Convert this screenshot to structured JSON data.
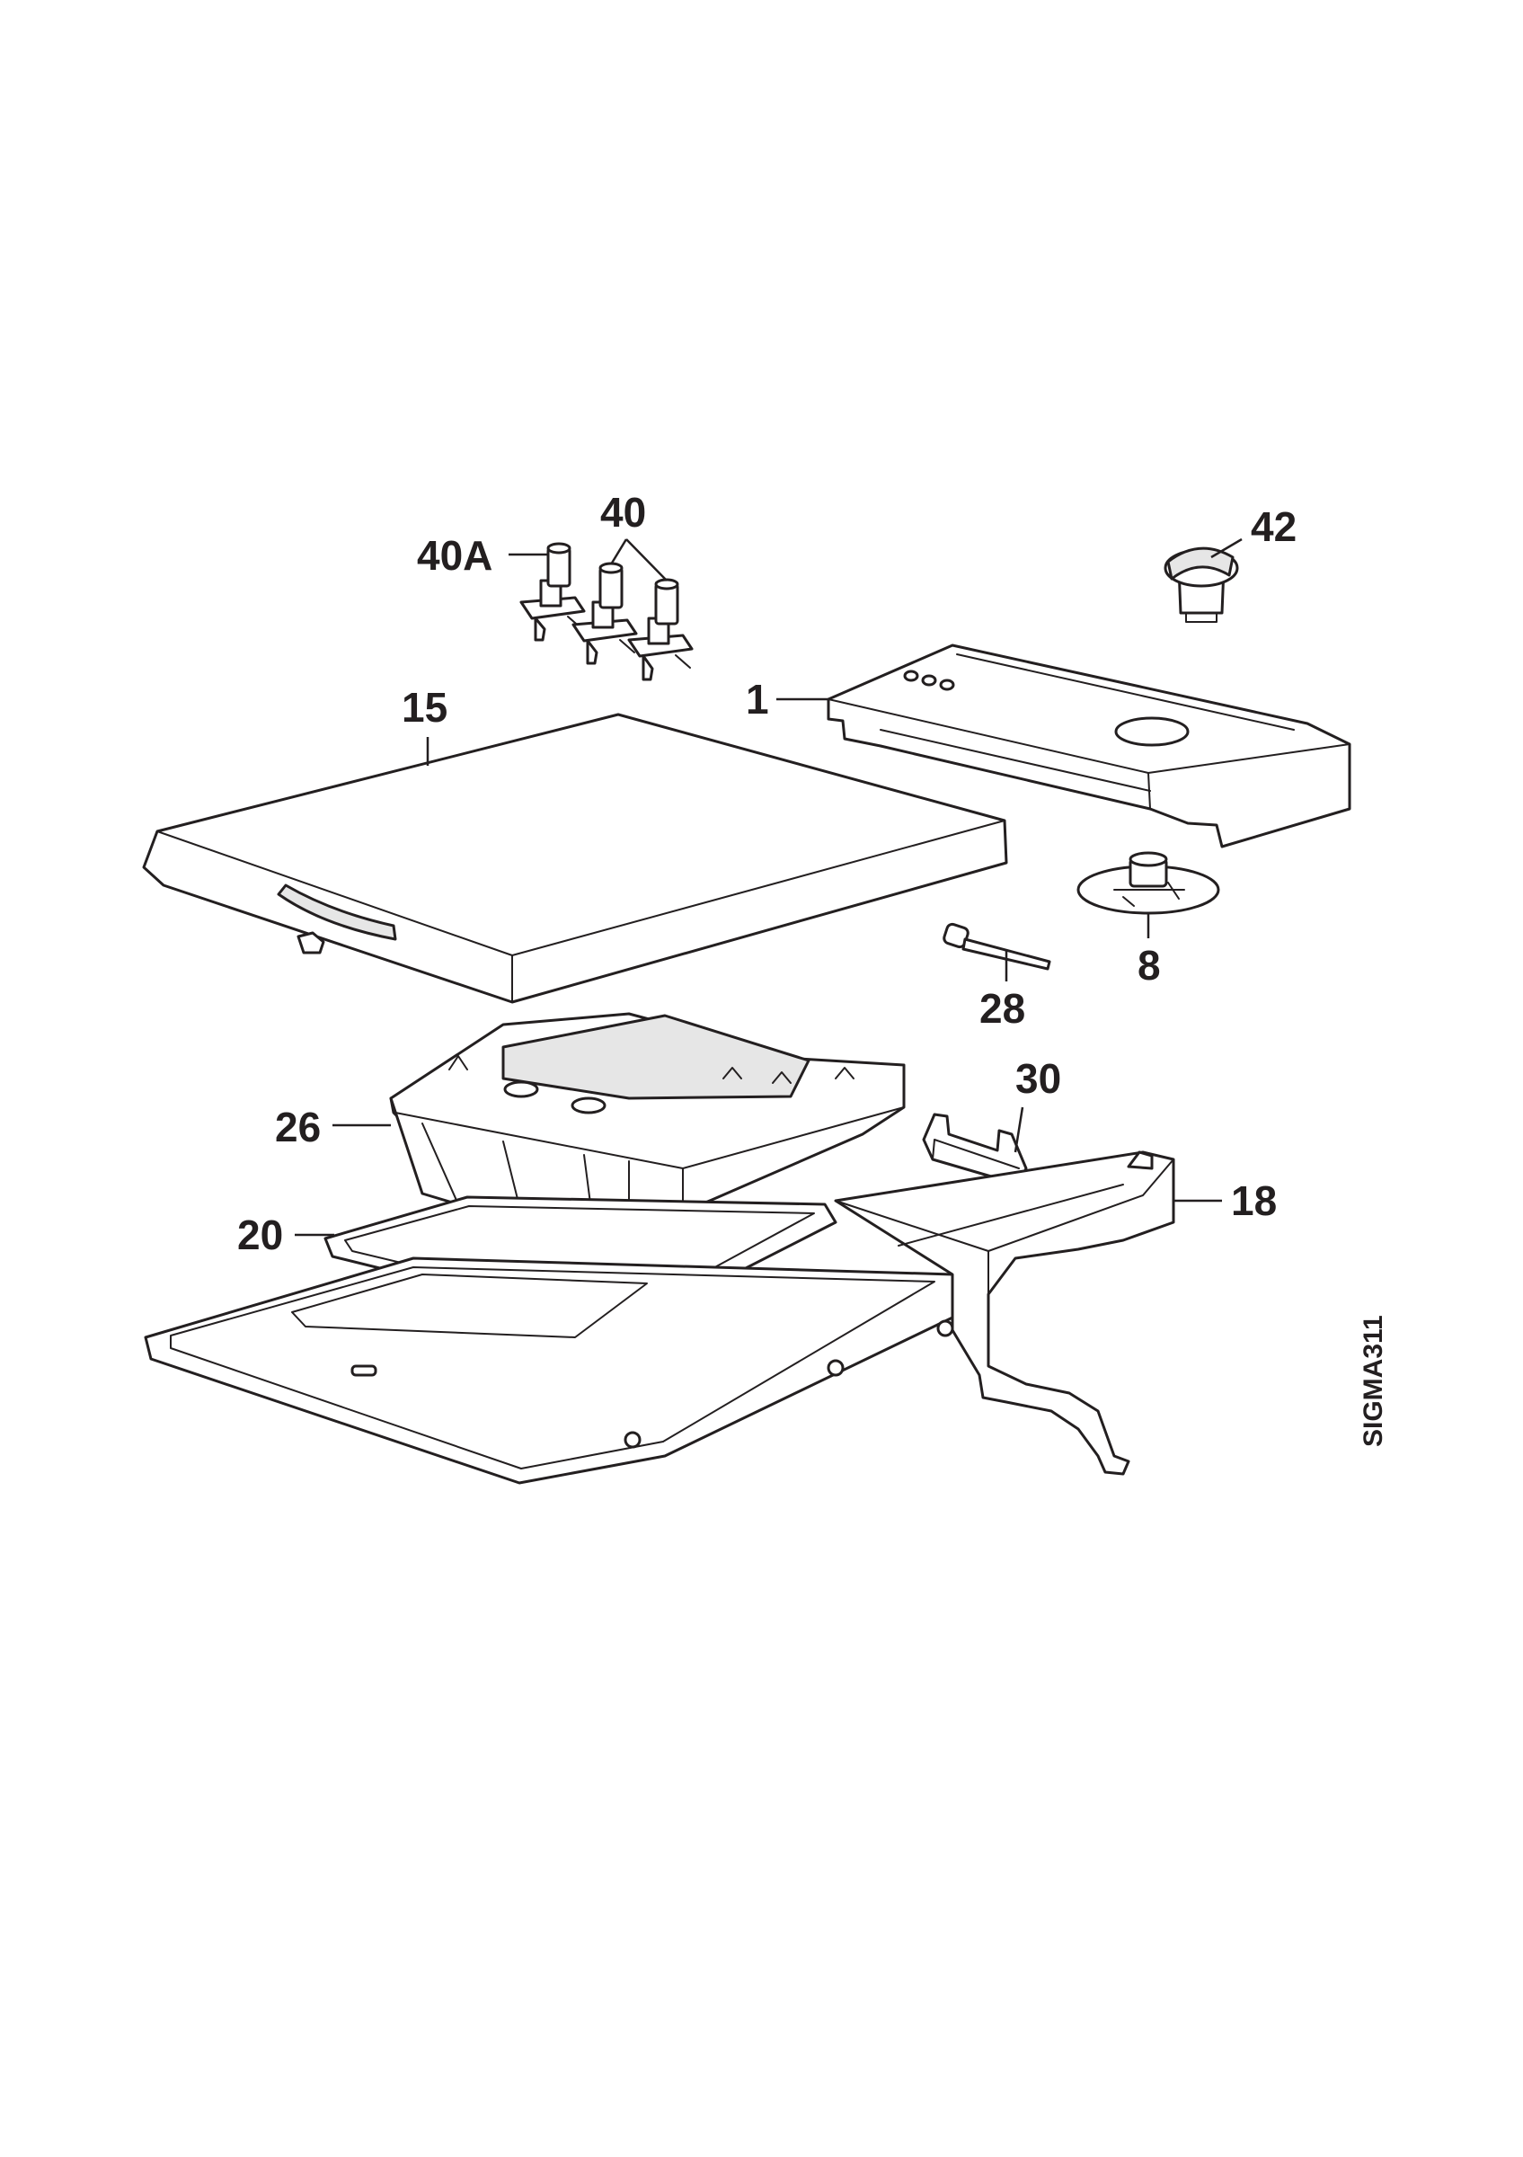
{
  "diagram": {
    "drawing_code": "SIGMA311",
    "callouts": {
      "c40a": "40A",
      "c40": "40",
      "c42": "42",
      "c15": "15",
      "c1": "1",
      "c8": "8",
      "c28": "28",
      "c30": "30",
      "c26": "26",
      "c18": "18",
      "c20": "20"
    }
  }
}
